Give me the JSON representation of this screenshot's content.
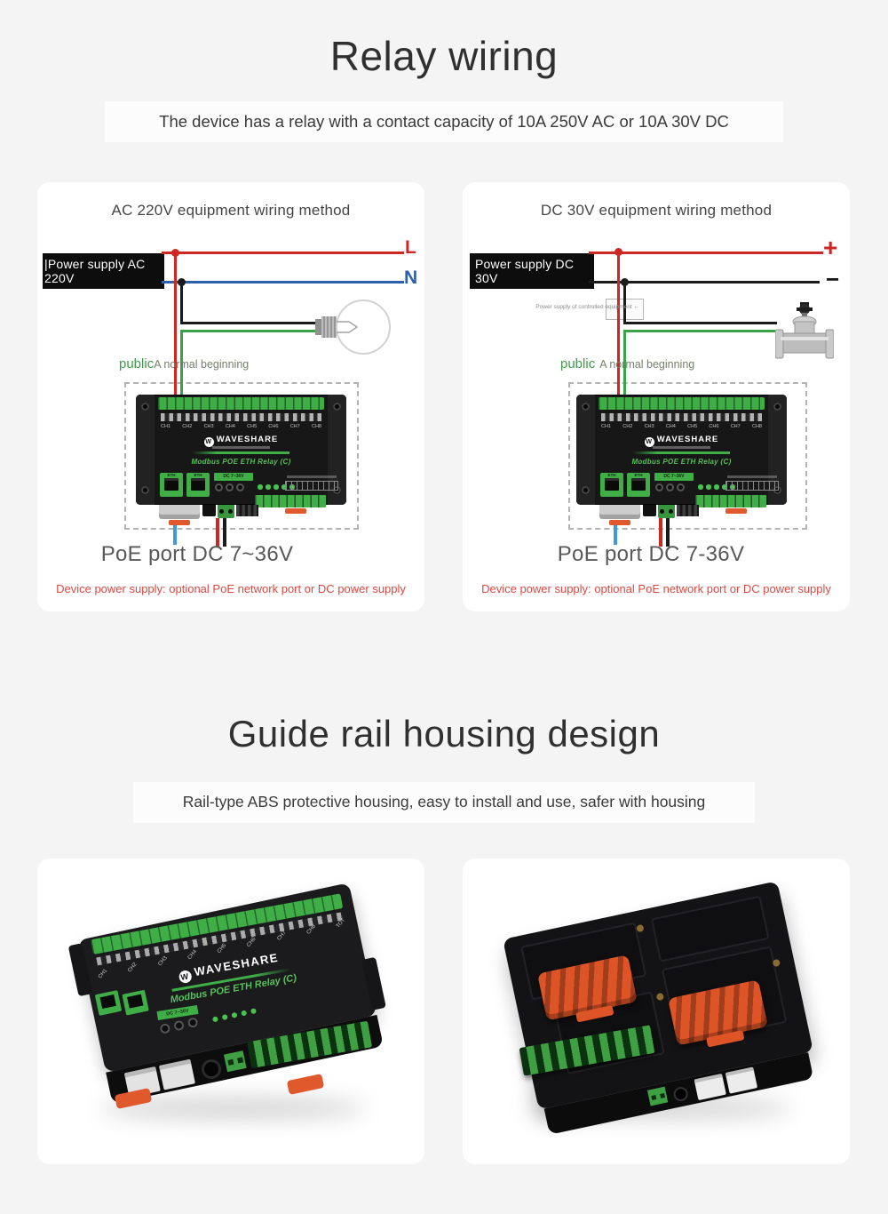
{
  "colors": {
    "wire_red": "#ce2824",
    "wire_blue": "#2e5fad",
    "wire_green": "#3aa34a",
    "wire_black": "#1b1b1b",
    "poe_wire_blue": "#3f9ad8",
    "caption_red": "#e0483f",
    "device_green": "#3fae47",
    "clip_orange": "#e0592c"
  },
  "relay_section": {
    "title": "Relay wiring",
    "subtitle": "The device has a relay with a contact capacity of 10A 250V AC or 10A 30V DC",
    "ac_card": {
      "title": "AC 220V equipment wiring method",
      "power_box": "|Power supply AC 220V",
      "line_live": "L",
      "line_neutral": "N",
      "common_label": "public",
      "normal_open_label": "A normal beginning",
      "poe_label": "PoE port DC 7~36V",
      "caption": "Device power supply: optional PoE network port or DC power supply"
    },
    "dc_card": {
      "title": "DC 30V equipment wiring method",
      "power_box": "Power supply DC 30V",
      "line_positive": "+",
      "line_negative": "−",
      "controlled_label": "Power supply of controlled equipment ←",
      "common_label": "public",
      "normal_open_label": "A normal beginning",
      "poe_label": "PoE port DC 7-36V",
      "caption": "Device power supply: optional PoE network port or DC power supply"
    }
  },
  "device": {
    "logo_mark": "W",
    "brand": "WAVESHARE",
    "model": "Modbus POE ETH Relay (C)",
    "channels": [
      "CH1",
      "CH2",
      "CH3",
      "CH4",
      "CH5",
      "CH6",
      "CH7",
      "CH8"
    ],
    "photo_channels": [
      "CH1",
      "CH2",
      "CH3",
      "CH4",
      "CH5",
      "CH6",
      "CH7",
      "CH8",
      "TOT"
    ],
    "eth_label": "ETH",
    "dc_label": "DC 7~36V"
  },
  "housing_section": {
    "title": "Guide rail housing design",
    "subtitle": "Rail-type ABS protective housing, easy to install and use, safer with housing"
  }
}
